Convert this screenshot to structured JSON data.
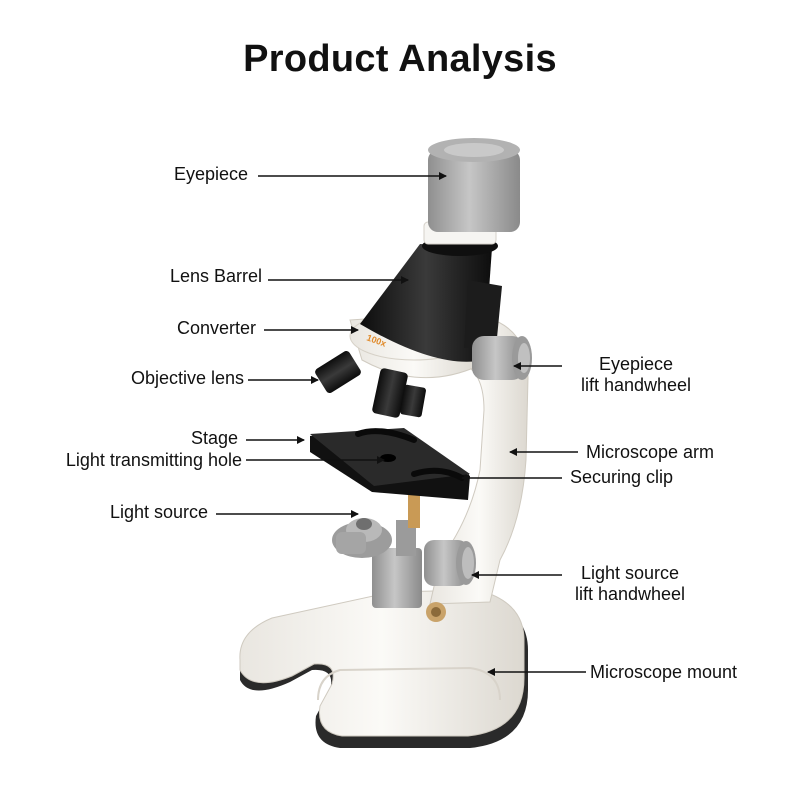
{
  "title": "Product Analysis",
  "labels": {
    "eyepiece": "Eyepiece",
    "lens_barrel": "Lens Barrel",
    "converter": "Converter",
    "objective_lens": "Objective lens",
    "stage": "Stage",
    "light_transmitting_hole": "Light transmitting hole",
    "light_source": "Light source",
    "eyepiece_lift_handwheel_line1": "Eyepiece",
    "eyepiece_lift_handwheel_line2": "lift handwheel",
    "microscope_arm": "Microscope arm",
    "securing_clip": "Securing clip",
    "light_source_lift_handwheel_line1": "Light source",
    "light_source_lift_handwheel_line2": "lift handwheel",
    "microscope_mount": "Microscope mount"
  },
  "turret_marking": "100x",
  "colors": {
    "body_white": "#f4f2ee",
    "gray_part": "#a9a9a9",
    "black_part": "#1a1a1a",
    "orange_marking": "#e08a2a"
  }
}
